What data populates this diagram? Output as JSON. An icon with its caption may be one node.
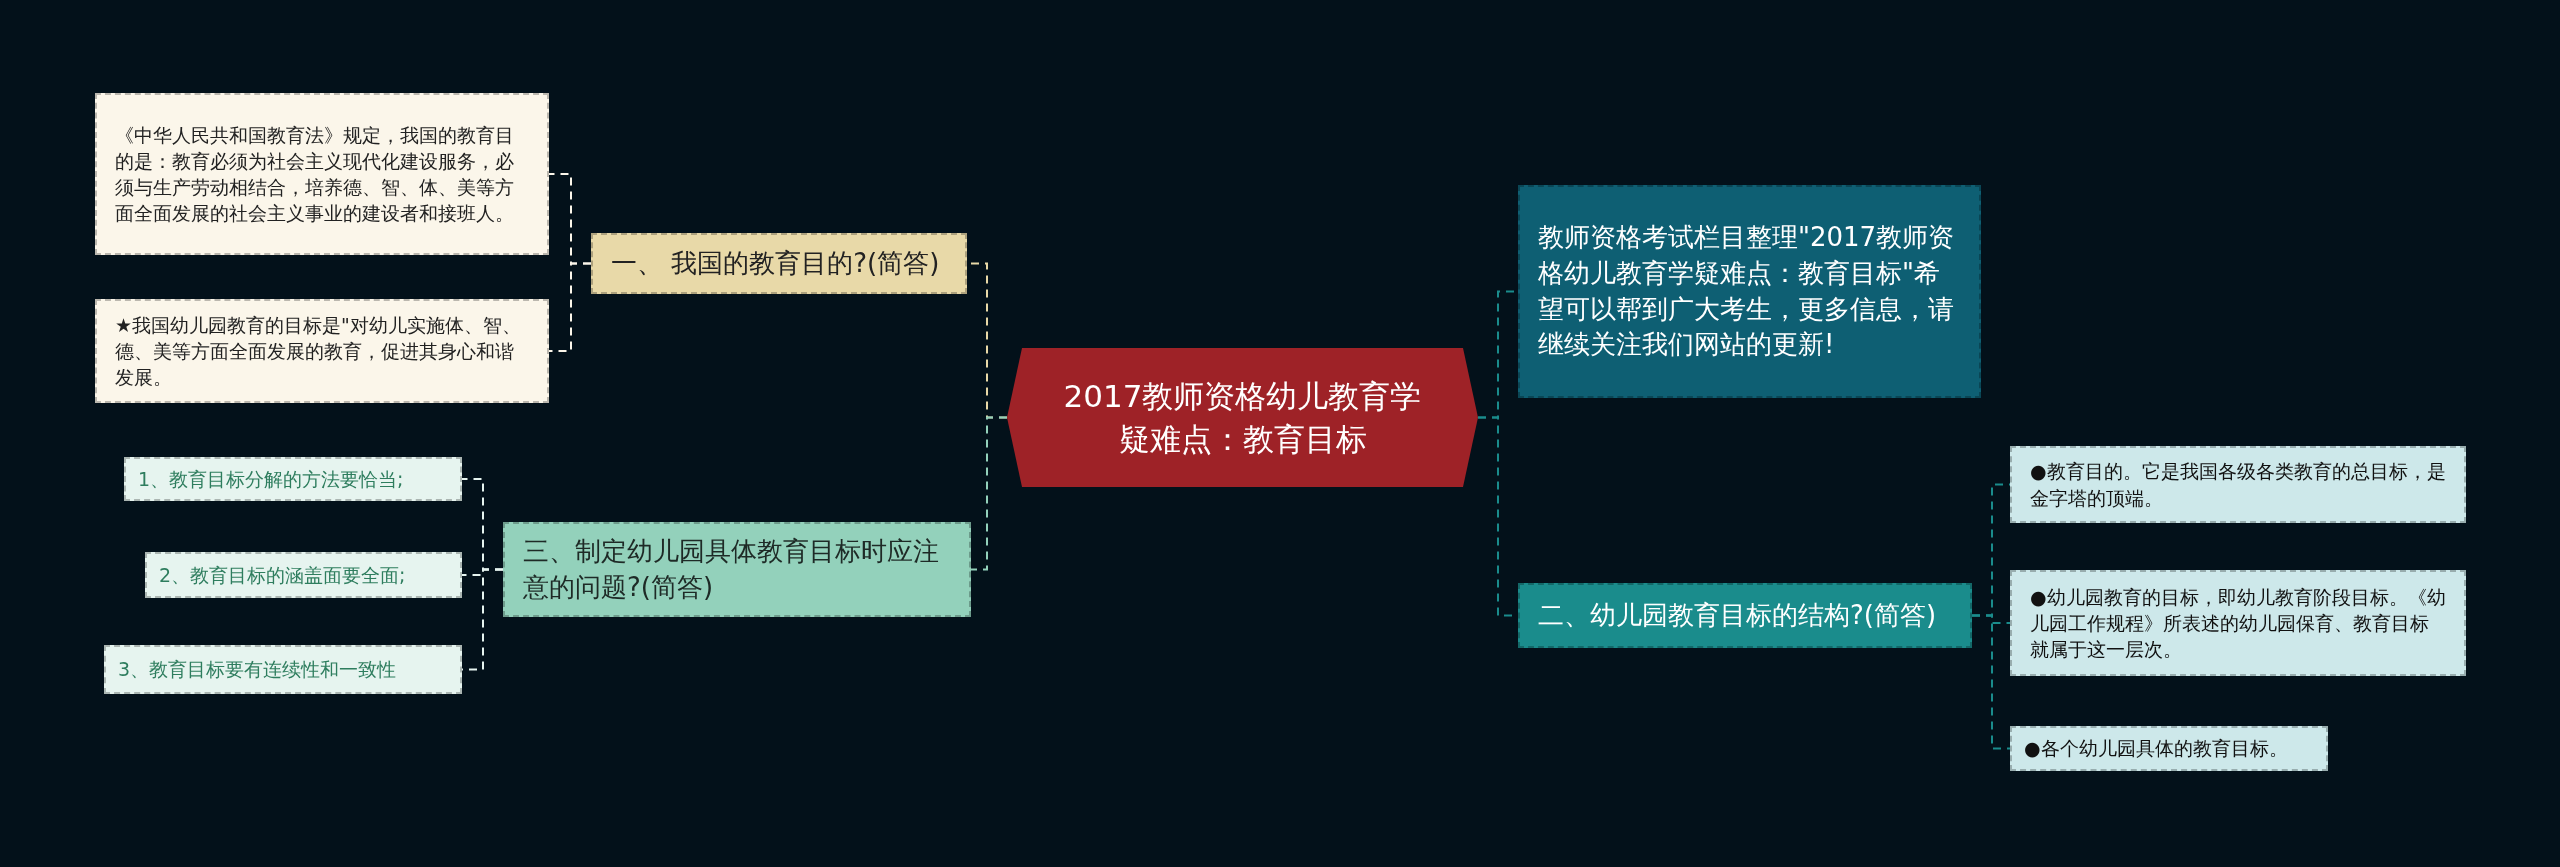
{
  "diagram": {
    "nodes": [
      {
        "text": [
          "2017教师资格幼儿教育学疑难点：教育目标"
        ]
      },
      {
        "text": [
          "一、 我国的教育目的?(简答)"
        ]
      },
      {
        "text": [
          "《中华人民共和国教育法》规定，我国的教育目的是：教育必须为社会主义现代化建设服务，必须与生产劳动相结合，培养德、智、体、美等方面全面发展的社会主义事业的建设者和接班人。"
        ]
      },
      {
        "text": [
          "★我国幼儿园教育的目标是\"对幼儿实施体、智、德、美等方面全面发展的教育，促进其身心和谐发展。"
        ]
      },
      {
        "text": [
          "三、制定幼儿园具体教育目标时应注意的问题?(简答)"
        ]
      },
      {
        "text": [
          "1、教育目标分解的方法要恰当;"
        ]
      },
      {
        "text": [
          "2、教育目标的涵盖面要全面;"
        ]
      },
      {
        "text": [
          "3、教育目标要有连续性和一致性"
        ]
      },
      {
        "text": [
          "教师资格考试栏目整理\"2017教师资格幼儿教育学疑难点：教育目标\"希望可以帮到广大考生，更多信息，请继续关注我们网站的更新!"
        ]
      },
      {
        "text": [
          "二、幼儿园教育目标的结构?(简答)"
        ]
      },
      {
        "text": [
          "●教育目的。它是我国各级各类教育的总目标，是金字塔的顶端。"
        ]
      },
      {
        "text": [
          "●幼儿园教育的目标，即幼儿教育阶段目标。《幼儿园工作规程》所表述的幼儿园保育、教育目标就属于这一层次。"
        ]
      },
      {
        "text": [
          "●各个幼儿园具体的教育目标。"
        ]
      }
    ],
    "edges": [
      {
        "from": 0,
        "to": 1,
        "arrow": "none",
        "style": "dashed",
        "color": "#e8d9a8"
      },
      {
        "from": 0,
        "to": 4,
        "arrow": "none",
        "style": "dashed",
        "color": "#93d1bb"
      },
      {
        "from": 1,
        "to": 2,
        "arrow": "none",
        "style": "dashed",
        "color": "#fbf6ea"
      },
      {
        "from": 1,
        "to": 3,
        "arrow": "none",
        "style": "dashed",
        "color": "#fbf6ea"
      },
      {
        "from": 4,
        "to": 5,
        "arrow": "none",
        "style": "dashed",
        "color": "#e6f4ef"
      },
      {
        "from": 4,
        "to": 6,
        "arrow": "none",
        "style": "dashed",
        "color": "#e6f4ef"
      },
      {
        "from": 4,
        "to": 7,
        "arrow": "none",
        "style": "dashed",
        "color": "#e6f4ef"
      },
      {
        "from": 0,
        "to": 8,
        "arrow": "none",
        "style": "dashed",
        "color": "#1a8c8c"
      },
      {
        "from": 0,
        "to": 9,
        "arrow": "none",
        "style": "dashed",
        "color": "#1a8c8c"
      },
      {
        "from": 9,
        "to": 10,
        "arrow": "none",
        "style": "dashed",
        "color": "#1a8c8c"
      },
      {
        "from": 9,
        "to": 11,
        "arrow": "none",
        "style": "dashed",
        "color": "#1a8c8c"
      },
      {
        "from": 9,
        "to": 12,
        "arrow": "none",
        "style": "dashed",
        "color": "#1a8c8c"
      }
    ]
  }
}
